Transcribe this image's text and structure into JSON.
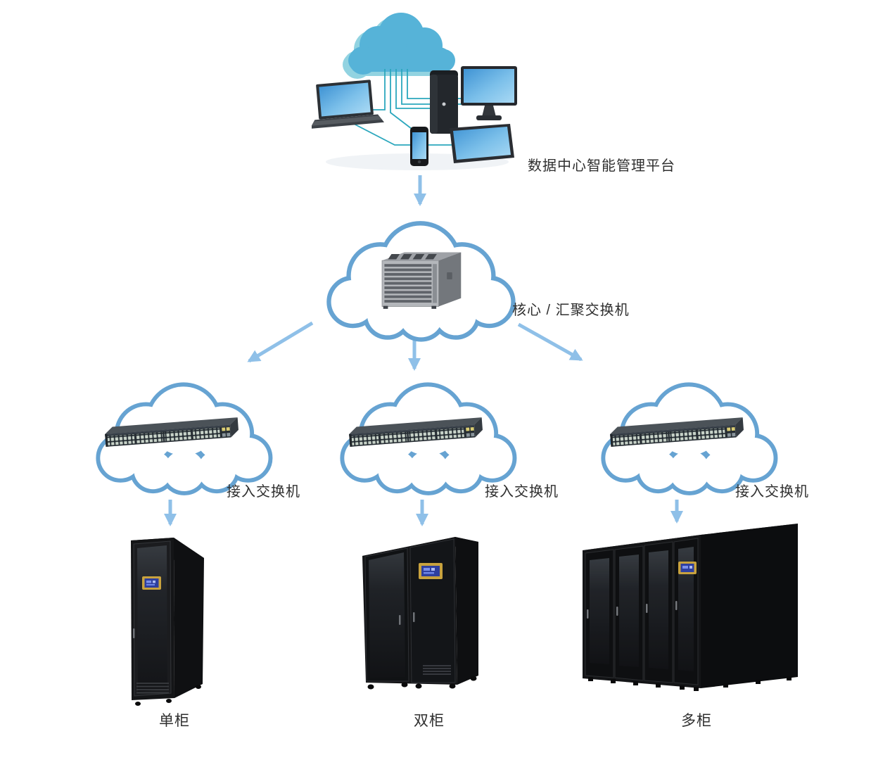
{
  "diagram": {
    "platform": {
      "label": "数据中心智能管理平台"
    },
    "core_switch": {
      "label": "核心 / 汇聚交换机"
    },
    "access_switches": [
      {
        "label": "接入交换机"
      },
      {
        "label": "接入交换机"
      },
      {
        "label": "接入交换机"
      }
    ],
    "cabinets": [
      {
        "label": "单柜"
      },
      {
        "label": "双柜"
      },
      {
        "label": "多柜"
      }
    ]
  },
  "icons": {
    "platform_cluster": "cloud-with-client-devices",
    "core_cloud": "cloud-outline",
    "core_switch": "chassis-core-switch",
    "access_cloud": "cloud-outline",
    "access_switch": "48-port-rack-switch",
    "cabinet_single": "server-cabinet",
    "cabinet_double": "server-cabinet-pair",
    "cabinet_multi": "server-cabinet-row",
    "connector": "down-arrow"
  },
  "colors": {
    "arrow": "#8fc0e8",
    "cloud_outline": "#66a3d2",
    "platform_cloud": "#56b3d8",
    "cable": "#2ba7bd",
    "label_text": "#2f2f2f",
    "cabinet_body": "#141517",
    "display_frame_gold": "#c8a23e",
    "display_screen_blue": "#2e3f9f"
  }
}
